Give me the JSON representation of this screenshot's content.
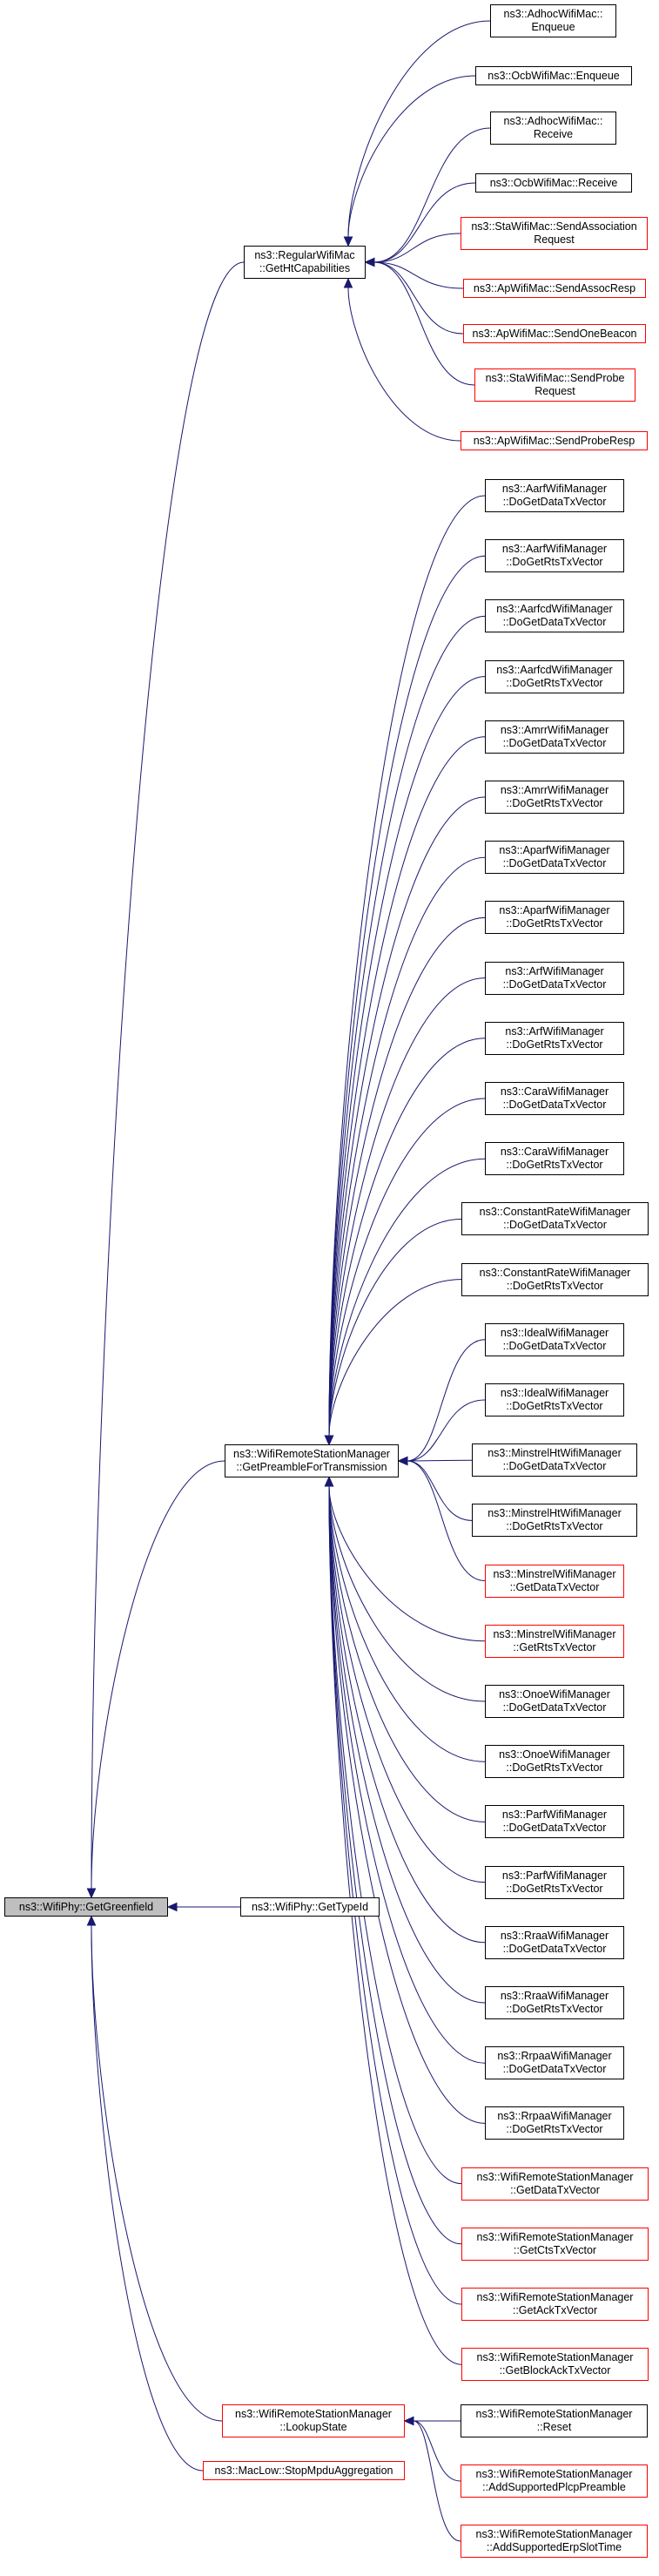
{
  "root": {
    "id": "root",
    "lines": [
      "ns3::WifiPhy::GetGreenfield"
    ],
    "style": "root"
  },
  "nodes": [
    {
      "id": "regular",
      "lines": [
        "ns3::RegularWifiMac",
        "::GetHtCapabilities"
      ],
      "style": "black"
    },
    {
      "id": "adhoc_enqueue",
      "lines": [
        "ns3::AdhocWifiMac::",
        "Enqueue"
      ],
      "style": "black"
    },
    {
      "id": "ocb_enqueue",
      "lines": [
        "ns3::OcbWifiMac::Enqueue"
      ],
      "style": "black"
    },
    {
      "id": "adhoc_receive",
      "lines": [
        "ns3::AdhocWifiMac::",
        "Receive"
      ],
      "style": "black"
    },
    {
      "id": "ocb_receive",
      "lines": [
        "ns3::OcbWifiMac::Receive"
      ],
      "style": "black"
    },
    {
      "id": "sta_assoc",
      "lines": [
        "ns3::StaWifiMac::SendAssociation",
        "Request"
      ],
      "style": "red"
    },
    {
      "id": "ap_assocresp",
      "lines": [
        "ns3::ApWifiMac::SendAssocResp"
      ],
      "style": "red"
    },
    {
      "id": "ap_beacon",
      "lines": [
        "ns3::ApWifiMac::SendOneBeacon"
      ],
      "style": "red"
    },
    {
      "id": "sta_probe",
      "lines": [
        "ns3::StaWifiMac::SendProbe",
        "Request"
      ],
      "style": "red"
    },
    {
      "id": "ap_proberesp",
      "lines": [
        "ns3::ApWifiMac::SendProbeResp"
      ],
      "style": "red"
    },
    {
      "id": "preamble",
      "lines": [
        "ns3::WifiRemoteStationManager",
        "::GetPreambleForTransmission"
      ],
      "style": "black"
    },
    {
      "id": "aarf_data",
      "lines": [
        "ns3::AarfWifiManager",
        "::DoGetDataTxVector"
      ],
      "style": "black"
    },
    {
      "id": "aarf_rts",
      "lines": [
        "ns3::AarfWifiManager",
        "::DoGetRtsTxVector"
      ],
      "style": "black"
    },
    {
      "id": "aarfcd_data",
      "lines": [
        "ns3::AarfcdWifiManager",
        "::DoGetDataTxVector"
      ],
      "style": "black"
    },
    {
      "id": "aarfcd_rts",
      "lines": [
        "ns3::AarfcdWifiManager",
        "::DoGetRtsTxVector"
      ],
      "style": "black"
    },
    {
      "id": "amrr_data",
      "lines": [
        "ns3::AmrrWifiManager",
        "::DoGetDataTxVector"
      ],
      "style": "black"
    },
    {
      "id": "amrr_rts",
      "lines": [
        "ns3::AmrrWifiManager",
        "::DoGetRtsTxVector"
      ],
      "style": "black"
    },
    {
      "id": "aparf_data",
      "lines": [
        "ns3::AparfWifiManager",
        "::DoGetDataTxVector"
      ],
      "style": "black"
    },
    {
      "id": "aparf_rts",
      "lines": [
        "ns3::AparfWifiManager",
        "::DoGetRtsTxVector"
      ],
      "style": "black"
    },
    {
      "id": "arf_data",
      "lines": [
        "ns3::ArfWifiManager",
        "::DoGetDataTxVector"
      ],
      "style": "black"
    },
    {
      "id": "arf_rts",
      "lines": [
        "ns3::ArfWifiManager",
        "::DoGetRtsTxVector"
      ],
      "style": "black"
    },
    {
      "id": "cara_data",
      "lines": [
        "ns3::CaraWifiManager",
        "::DoGetDataTxVector"
      ],
      "style": "black"
    },
    {
      "id": "cara_rts",
      "lines": [
        "ns3::CaraWifiManager",
        "::DoGetRtsTxVector"
      ],
      "style": "black"
    },
    {
      "id": "const_data",
      "lines": [
        "ns3::ConstantRateWifiManager",
        "::DoGetDataTxVector"
      ],
      "style": "black"
    },
    {
      "id": "const_rts",
      "lines": [
        "ns3::ConstantRateWifiManager",
        "::DoGetRtsTxVector"
      ],
      "style": "black"
    },
    {
      "id": "ideal_data",
      "lines": [
        "ns3::IdealWifiManager",
        "::DoGetDataTxVector"
      ],
      "style": "black"
    },
    {
      "id": "ideal_rts",
      "lines": [
        "ns3::IdealWifiManager",
        "::DoGetRtsTxVector"
      ],
      "style": "black"
    },
    {
      "id": "minht_data",
      "lines": [
        "ns3::MinstrelHtWifiManager",
        "::DoGetDataTxVector"
      ],
      "style": "black"
    },
    {
      "id": "minht_rts",
      "lines": [
        "ns3::MinstrelHtWifiManager",
        "::DoGetRtsTxVector"
      ],
      "style": "black"
    },
    {
      "id": "min_data",
      "lines": [
        "ns3::MinstrelWifiManager",
        "::GetDataTxVector"
      ],
      "style": "red"
    },
    {
      "id": "min_rts",
      "lines": [
        "ns3::MinstrelWifiManager",
        "::GetRtsTxVector"
      ],
      "style": "red"
    },
    {
      "id": "onoe_data",
      "lines": [
        "ns3::OnoeWifiManager",
        "::DoGetDataTxVector"
      ],
      "style": "black"
    },
    {
      "id": "onoe_rts",
      "lines": [
        "ns3::OnoeWifiManager",
        "::DoGetRtsTxVector"
      ],
      "style": "black"
    },
    {
      "id": "parf_data",
      "lines": [
        "ns3::ParfWifiManager",
        "::DoGetDataTxVector"
      ],
      "style": "black"
    },
    {
      "id": "parf_rts",
      "lines": [
        "ns3::ParfWifiManager",
        "::DoGetRtsTxVector"
      ],
      "style": "black"
    },
    {
      "id": "rraa_data",
      "lines": [
        "ns3::RraaWifiManager",
        "::DoGetDataTxVector"
      ],
      "style": "black"
    },
    {
      "id": "rraa_rts",
      "lines": [
        "ns3::RraaWifiManager",
        "::DoGetRtsTxVector"
      ],
      "style": "black"
    },
    {
      "id": "rrpaa_data",
      "lines": [
        "ns3::RrpaaWifiManager",
        "::DoGetDataTxVector"
      ],
      "style": "black"
    },
    {
      "id": "rrpaa_rts",
      "lines": [
        "ns3::RrpaaWifiManager",
        "::DoGetRtsTxVector"
      ],
      "style": "black"
    },
    {
      "id": "wrsm_data",
      "lines": [
        "ns3::WifiRemoteStationManager",
        "::GetDataTxVector"
      ],
      "style": "red"
    },
    {
      "id": "wrsm_cts",
      "lines": [
        "ns3::WifiRemoteStationManager",
        "::GetCtsTxVector"
      ],
      "style": "red"
    },
    {
      "id": "wrsm_ack",
      "lines": [
        "ns3::WifiRemoteStationManager",
        "::GetAckTxVector"
      ],
      "style": "red"
    },
    {
      "id": "wrsm_blockack",
      "lines": [
        "ns3::WifiRemoteStationManager",
        "::GetBlockAckTxVector"
      ],
      "style": "red"
    },
    {
      "id": "gettypeid",
      "lines": [
        "ns3::WifiPhy::GetTypeId"
      ],
      "style": "black"
    },
    {
      "id": "lookup",
      "lines": [
        "ns3::WifiRemoteStationManager",
        "::LookupState"
      ],
      "style": "red"
    },
    {
      "id": "maclow",
      "lines": [
        "ns3::MacLow::StopMpduAggregation"
      ],
      "style": "red"
    },
    {
      "id": "wrsm_reset",
      "lines": [
        "ns3::WifiRemoteStationManager",
        "::Reset"
      ],
      "style": "black"
    },
    {
      "id": "wrsm_plcp",
      "lines": [
        "ns3::WifiRemoteStationManager",
        "::AddSupportedPlcpPreamble"
      ],
      "style": "red"
    },
    {
      "id": "wrsm_erp",
      "lines": [
        "ns3::WifiRemoteStationManager",
        "::AddSupportedErpSlotTime"
      ],
      "style": "red"
    }
  ],
  "edges": [
    [
      "regular",
      "root"
    ],
    [
      "preamble",
      "root"
    ],
    [
      "gettypeid",
      "root"
    ],
    [
      "lookup",
      "root"
    ],
    [
      "maclow",
      "root"
    ],
    [
      "adhoc_enqueue",
      "regular"
    ],
    [
      "ocb_enqueue",
      "regular"
    ],
    [
      "adhoc_receive",
      "regular"
    ],
    [
      "ocb_receive",
      "regular"
    ],
    [
      "sta_assoc",
      "regular"
    ],
    [
      "ap_assocresp",
      "regular"
    ],
    [
      "ap_beacon",
      "regular"
    ],
    [
      "sta_probe",
      "regular"
    ],
    [
      "ap_proberesp",
      "regular"
    ],
    [
      "aarf_data",
      "preamble"
    ],
    [
      "aarf_rts",
      "preamble"
    ],
    [
      "aarfcd_data",
      "preamble"
    ],
    [
      "aarfcd_rts",
      "preamble"
    ],
    [
      "amrr_data",
      "preamble"
    ],
    [
      "amrr_rts",
      "preamble"
    ],
    [
      "aparf_data",
      "preamble"
    ],
    [
      "aparf_rts",
      "preamble"
    ],
    [
      "arf_data",
      "preamble"
    ],
    [
      "arf_rts",
      "preamble"
    ],
    [
      "cara_data",
      "preamble"
    ],
    [
      "cara_rts",
      "preamble"
    ],
    [
      "const_data",
      "preamble"
    ],
    [
      "const_rts",
      "preamble"
    ],
    [
      "ideal_data",
      "preamble"
    ],
    [
      "ideal_rts",
      "preamble"
    ],
    [
      "minht_data",
      "preamble"
    ],
    [
      "minht_rts",
      "preamble"
    ],
    [
      "min_data",
      "preamble"
    ],
    [
      "min_rts",
      "preamble"
    ],
    [
      "onoe_data",
      "preamble"
    ],
    [
      "onoe_rts",
      "preamble"
    ],
    [
      "parf_data",
      "preamble"
    ],
    [
      "parf_rts",
      "preamble"
    ],
    [
      "rraa_data",
      "preamble"
    ],
    [
      "rraa_rts",
      "preamble"
    ],
    [
      "rrpaa_data",
      "preamble"
    ],
    [
      "rrpaa_rts",
      "preamble"
    ],
    [
      "wrsm_data",
      "preamble"
    ],
    [
      "wrsm_cts",
      "preamble"
    ],
    [
      "wrsm_ack",
      "preamble"
    ],
    [
      "wrsm_blockack",
      "preamble"
    ],
    [
      "wrsm_reset",
      "lookup"
    ],
    [
      "wrsm_plcp",
      "lookup"
    ],
    [
      "wrsm_erp",
      "lookup"
    ]
  ],
  "colors": {
    "edge": "#191970",
    "node_border": "#000000",
    "node_border_red": "#ff0000",
    "root_fill": "#bfbfbf",
    "background": "#ffffff"
  }
}
